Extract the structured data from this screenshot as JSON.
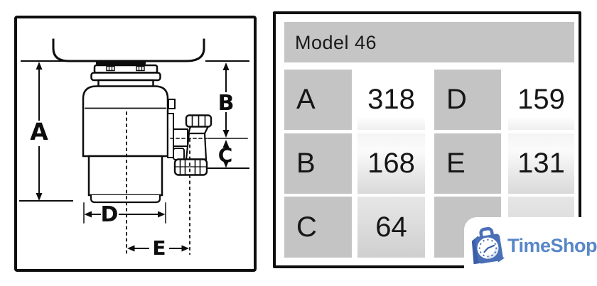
{
  "diagram": {
    "labels": {
      "a": "A",
      "b": "B",
      "c": "C",
      "d": "D",
      "e": "E"
    },
    "subject": "garbage-disposal-under-sink-cross-section"
  },
  "spec_table": {
    "title": "Model 46",
    "cells": [
      {
        "label": "A",
        "value": "318"
      },
      {
        "label": "D",
        "value": "159"
      },
      {
        "label": "B",
        "value": "168"
      },
      {
        "label": "E",
        "value": "131"
      },
      {
        "label": "C",
        "value": "64"
      },
      {
        "label": "",
        "value": ""
      }
    ]
  },
  "logo": {
    "brand": "TimeShop"
  },
  "colors": {
    "line": "#0d0d0d",
    "cell_gray": "#c4c4c4",
    "header_gray": "#c5c5c5",
    "brand_blue": "#5787c9",
    "bag_blue": "#4a6fb7",
    "bag_dark_blue": "#3a5fa8"
  }
}
